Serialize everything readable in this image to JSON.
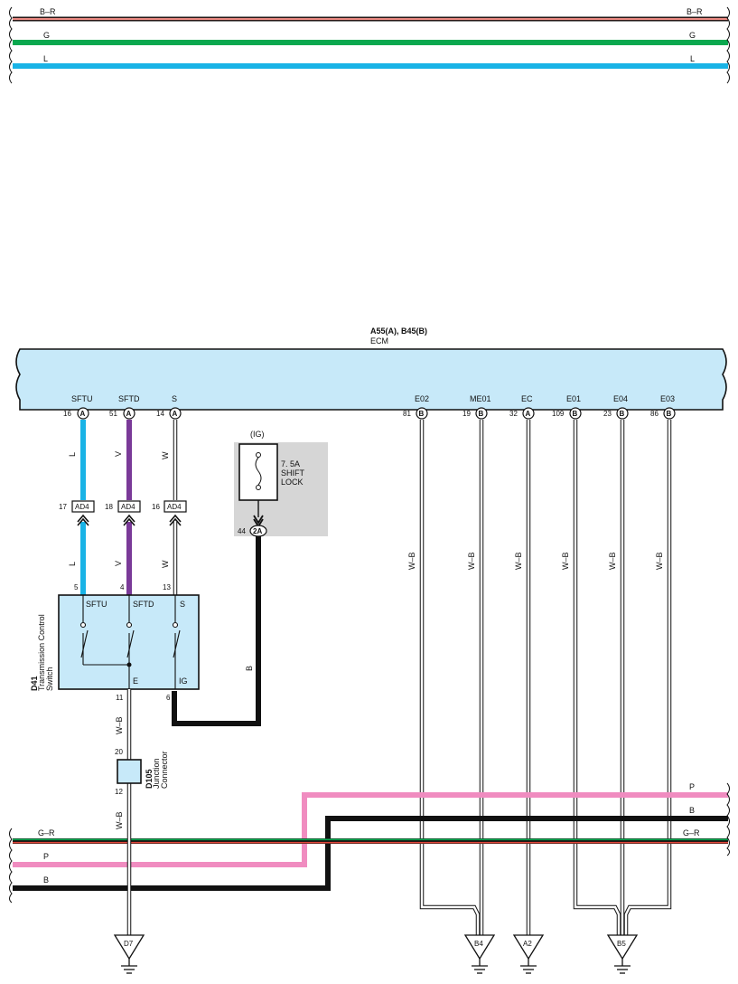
{
  "colors": {
    "L": "#19b3e6",
    "G": "#0aa84f",
    "V": "#7a3a98",
    "P": "#f08cc0",
    "R": "#e0463a",
    "B": "#111111",
    "W": "#ffffff",
    "ecm_fill": "#c7e9f9",
    "fuse_box_fill": "#d6d6d6"
  },
  "top_wires": [
    {
      "label_left": "B–R",
      "label_right": "B–R",
      "colors": [
        "B",
        "R"
      ]
    },
    {
      "label_left": "G",
      "label_right": "G",
      "colors": [
        "G"
      ]
    },
    {
      "label_left": "L",
      "label_right": "L",
      "colors": [
        "L"
      ]
    }
  ],
  "ecm": {
    "code": "A55(A), B45(B)",
    "name": "ECM",
    "terminals": [
      {
        "name": "SFTU",
        "pin": "16",
        "conn": "A"
      },
      {
        "name": "SFTD",
        "pin": "51",
        "conn": "A"
      },
      {
        "name": "S",
        "pin": "14",
        "conn": "A"
      },
      {
        "name": "E02",
        "pin": "81",
        "conn": "B"
      },
      {
        "name": "ME01",
        "pin": "19",
        "conn": "B"
      },
      {
        "name": "EC",
        "pin": "32",
        "conn": "A"
      },
      {
        "name": "E01",
        "pin": "109",
        "conn": "B"
      },
      {
        "name": "E04",
        "pin": "23",
        "conn": "B"
      },
      {
        "name": "E03",
        "pin": "86",
        "conn": "B"
      }
    ]
  },
  "harness_wires": {
    "sftu": {
      "upper_color": "L",
      "lower_color": "L",
      "in_pin": "17",
      "out_pin": "5"
    },
    "sftd": {
      "upper_color": "V",
      "lower_color": "V",
      "in_pin": "18",
      "out_pin": "4"
    },
    "s": {
      "upper_color": "W",
      "lower_color": "W",
      "in_pin": "16",
      "out_pin": "13"
    },
    "connector": "AD4"
  },
  "fuse": {
    "supply": "(IG)",
    "line1": "7. 5A",
    "line2": "SHIFT",
    "line3": "LOCK",
    "pin": "44",
    "conn": "2A",
    "wire_color": "B"
  },
  "switch": {
    "code": "D41",
    "name_line1": "Transmission Control",
    "name_line2": "Switch",
    "terminals": {
      "sftu": "SFTU",
      "sftd": "SFTD",
      "s": "S",
      "e": "E",
      "ig": "IG"
    },
    "e_pin": "11",
    "ig_pin": "6"
  },
  "junction": {
    "code": "D105",
    "name_line1": "Junction",
    "name_line2": "Connector",
    "pin_top": "20",
    "pin_bottom": "12",
    "wire_color_upper": "W–B",
    "wire_color_lower": "W–B"
  },
  "ground_wire_color": "W–B",
  "bottom_wires": [
    {
      "label_right": "P"
    },
    {
      "label_right": "B"
    },
    {
      "label_left": "G–R",
      "label_right": "G–R"
    },
    {
      "label_left": "P"
    },
    {
      "label_left": "B"
    }
  ],
  "grounds": [
    "D7",
    "B4",
    "A2",
    "B5"
  ]
}
